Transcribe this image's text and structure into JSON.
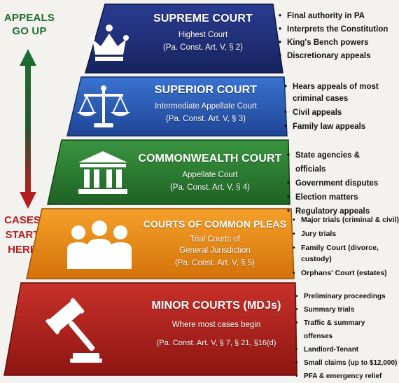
{
  "side": {
    "top_line1": "APPEALS",
    "top_line2": "GO UP",
    "bottom_line1": "CASES",
    "bottom_line2": "START",
    "bottom_line3": "HERE"
  },
  "tiers": [
    {
      "title": "SUPREME COURT",
      "subtitle": "Highest Court",
      "cite": "(Pa. Const. Art. V, § 2)",
      "icon": "crown-icon",
      "color": "#1f2f7a",
      "bullets": [
        "Final authority in PA",
        "Interprets the Constitution",
        "King's Bench powers",
        "Discretionary appeals"
      ]
    },
    {
      "title": "SUPERIOR COURT",
      "subtitle": "Intermediate Appellate Court",
      "cite": "(Pa. Const. Art. V, § 3)",
      "icon": "scales-icon",
      "color": "#2a5bb8",
      "bullets": [
        "Hears appeals of most criminal cases",
        "Civil appeals",
        "Family law appeals"
      ]
    },
    {
      "title": "COMMONWEALTH COURT",
      "subtitle": "Appellate Court",
      "cite": "(Pa. Const. Art. V, § 4)",
      "icon": "courthouse-icon",
      "color": "#2a7a2e",
      "bullets": [
        "State agencies & officials",
        "Government disputes",
        "Election matters",
        "Regulatory appeals"
      ]
    },
    {
      "title": "COURTS OF COMMON PLEAS",
      "subtitle_line1": "Trial Courts of",
      "subtitle_line2": "General Jurisdiction",
      "cite": "(Pa. Const. Art. V, § 5)",
      "icon": "people-icon",
      "color": "#e48a14",
      "bullets": [
        "Major trials (criminal & civil)",
        "Jury trials",
        "Family Court (divorce, custody)",
        "Orphans' Court (estates)"
      ]
    },
    {
      "title": "MINOR COURTS (MDJs)",
      "subtitle": "Where most cases begin",
      "cite": "(Pa. Const. Art. V, § 7, § 21, §16(d)",
      "icon": "gavel-icon",
      "color": "#b3201c",
      "bullets": [
        "Preliminary proceedings",
        "Summary trials",
        "Traffic & summary offenses",
        "Landlord-Tenant",
        "Small claims (up to $12,000)",
        "PFA & emergency relief"
      ]
    }
  ]
}
